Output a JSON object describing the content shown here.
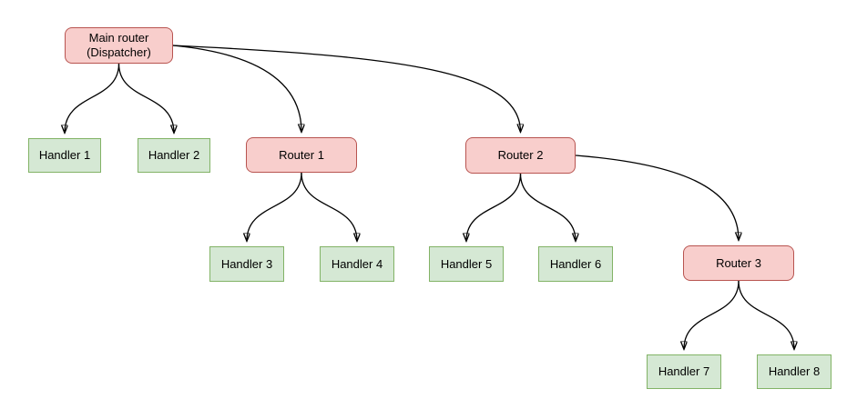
{
  "diagram": {
    "type": "tree-flowchart",
    "colors": {
      "router_fill": "#f8cecc",
      "router_border": "#b85450",
      "handler_fill": "#d5e8d4",
      "handler_border": "#82b366",
      "edge": "#000000",
      "background": "#ffffff"
    },
    "nodes": [
      {
        "id": "main",
        "type": "router",
        "label": "Main router\n(Dispatcher)"
      },
      {
        "id": "handler1",
        "type": "handler",
        "label": "Handler 1"
      },
      {
        "id": "handler2",
        "type": "handler",
        "label": "Handler 2"
      },
      {
        "id": "router1",
        "type": "router",
        "label": "Router 1"
      },
      {
        "id": "router2",
        "type": "router",
        "label": "Router 2"
      },
      {
        "id": "handler3",
        "type": "handler",
        "label": "Handler 3"
      },
      {
        "id": "handler4",
        "type": "handler",
        "label": "Handler 4"
      },
      {
        "id": "handler5",
        "type": "handler",
        "label": "Handler 5"
      },
      {
        "id": "handler6",
        "type": "handler",
        "label": "Handler 6"
      },
      {
        "id": "router3",
        "type": "router",
        "label": "Router 3"
      },
      {
        "id": "handler7",
        "type": "handler",
        "label": "Handler 7"
      },
      {
        "id": "handler8",
        "type": "handler",
        "label": "Handler 8"
      }
    ],
    "edges": [
      {
        "from": "main",
        "to": "handler1"
      },
      {
        "from": "main",
        "to": "handler2"
      },
      {
        "from": "main",
        "to": "router1"
      },
      {
        "from": "main",
        "to": "router2"
      },
      {
        "from": "router1",
        "to": "handler3"
      },
      {
        "from": "router1",
        "to": "handler4"
      },
      {
        "from": "router2",
        "to": "handler5"
      },
      {
        "from": "router2",
        "to": "handler6"
      },
      {
        "from": "router2",
        "to": "router3"
      },
      {
        "from": "router3",
        "to": "handler7"
      },
      {
        "from": "router3",
        "to": "handler8"
      }
    ]
  }
}
